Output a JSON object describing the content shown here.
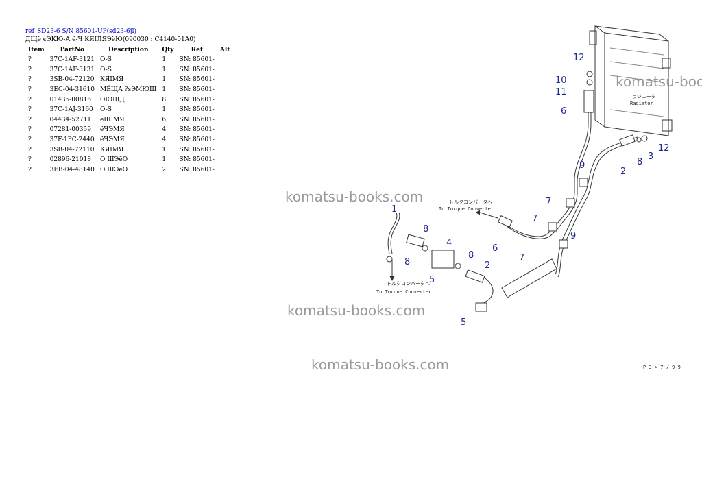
{
  "header": {
    "link_ref": "ref",
    "link_model": "SD23-6 S/N 85601-UP(sd23-6jl)",
    "subtitle": "ДЩё єЭКЮ-А ё-Ч КЯІЛЯЭёЮ(090030 : C4140-01A0)"
  },
  "table": {
    "headers": [
      "Item",
      "PartNo",
      "Description",
      "Qty",
      "Ref",
      "Alt"
    ],
    "rows": [
      [
        "?",
        "37C-1AF-3121",
        "O-S",
        "1",
        "SN: 85601-",
        ""
      ],
      [
        "?",
        "37C-1AF-3131",
        "O-S",
        "1",
        "SN: 85601-",
        ""
      ],
      [
        "?",
        "3SB-04-72120",
        "КЯІМЯ",
        "1",
        "SN: 85601-",
        ""
      ],
      [
        "?",
        "3EC-04-31610",
        "МЁЩА ?ѕЭМЮШ",
        "1",
        "SN: 85601-",
        ""
      ],
      [
        "?",
        "01435-00816",
        "ОЮЩД",
        "8",
        "SN: 85601-",
        ""
      ],
      [
        "?",
        "37C-1AJ-3160",
        "O-S",
        "1",
        "SN: 85601-",
        ""
      ],
      [
        "?",
        "04434-52711",
        "ёШІМЯ",
        "6",
        "SN: 85601-",
        ""
      ],
      [
        "?",
        "07281-00359",
        "ёЧЭМЯ",
        "4",
        "SN: 85601-",
        ""
      ],
      [
        "?",
        "37F-1PC-2440",
        "ёЧЭМЯ",
        "4",
        "SN: 85601-",
        ""
      ],
      [
        "?",
        "3SB-04-72110",
        "КЯІМЯ",
        "1",
        "SN: 85601-",
        ""
      ],
      [
        "?",
        "02896-21018",
        "О ШЭёО",
        "1",
        "SN: 85601-",
        ""
      ],
      [
        "?",
        "3EB-04-48140",
        "О ШЭёО",
        "2",
        "SN: 85601-",
        ""
      ]
    ]
  },
  "watermarks": [
    "komatsu-books.com",
    "komatsu-books.com",
    "komatsu-books.com",
    "komatsu-books.com"
  ],
  "diagram": {
    "callouts": [
      "12",
      "10",
      "11",
      "6",
      "2",
      "8",
      "3",
      "12",
      "9",
      "7",
      "7",
      "6",
      "9",
      "1",
      "8",
      "4",
      "8",
      "5",
      "2",
      "7",
      "5"
    ],
    "labels": {
      "radiator_jp": "ラジエータ",
      "radiator_en": "Radiator",
      "tc_jp_1": "トルクコンバータへ",
      "tc_en_1": "To Torque Converter",
      "tc_jp_2": "トルクコンバータへ",
      "tc_en_2": "To Torque Converter",
      "page_code": "P 3 > 7 / 9 9",
      "corner_code": ". . . . . ."
    }
  }
}
